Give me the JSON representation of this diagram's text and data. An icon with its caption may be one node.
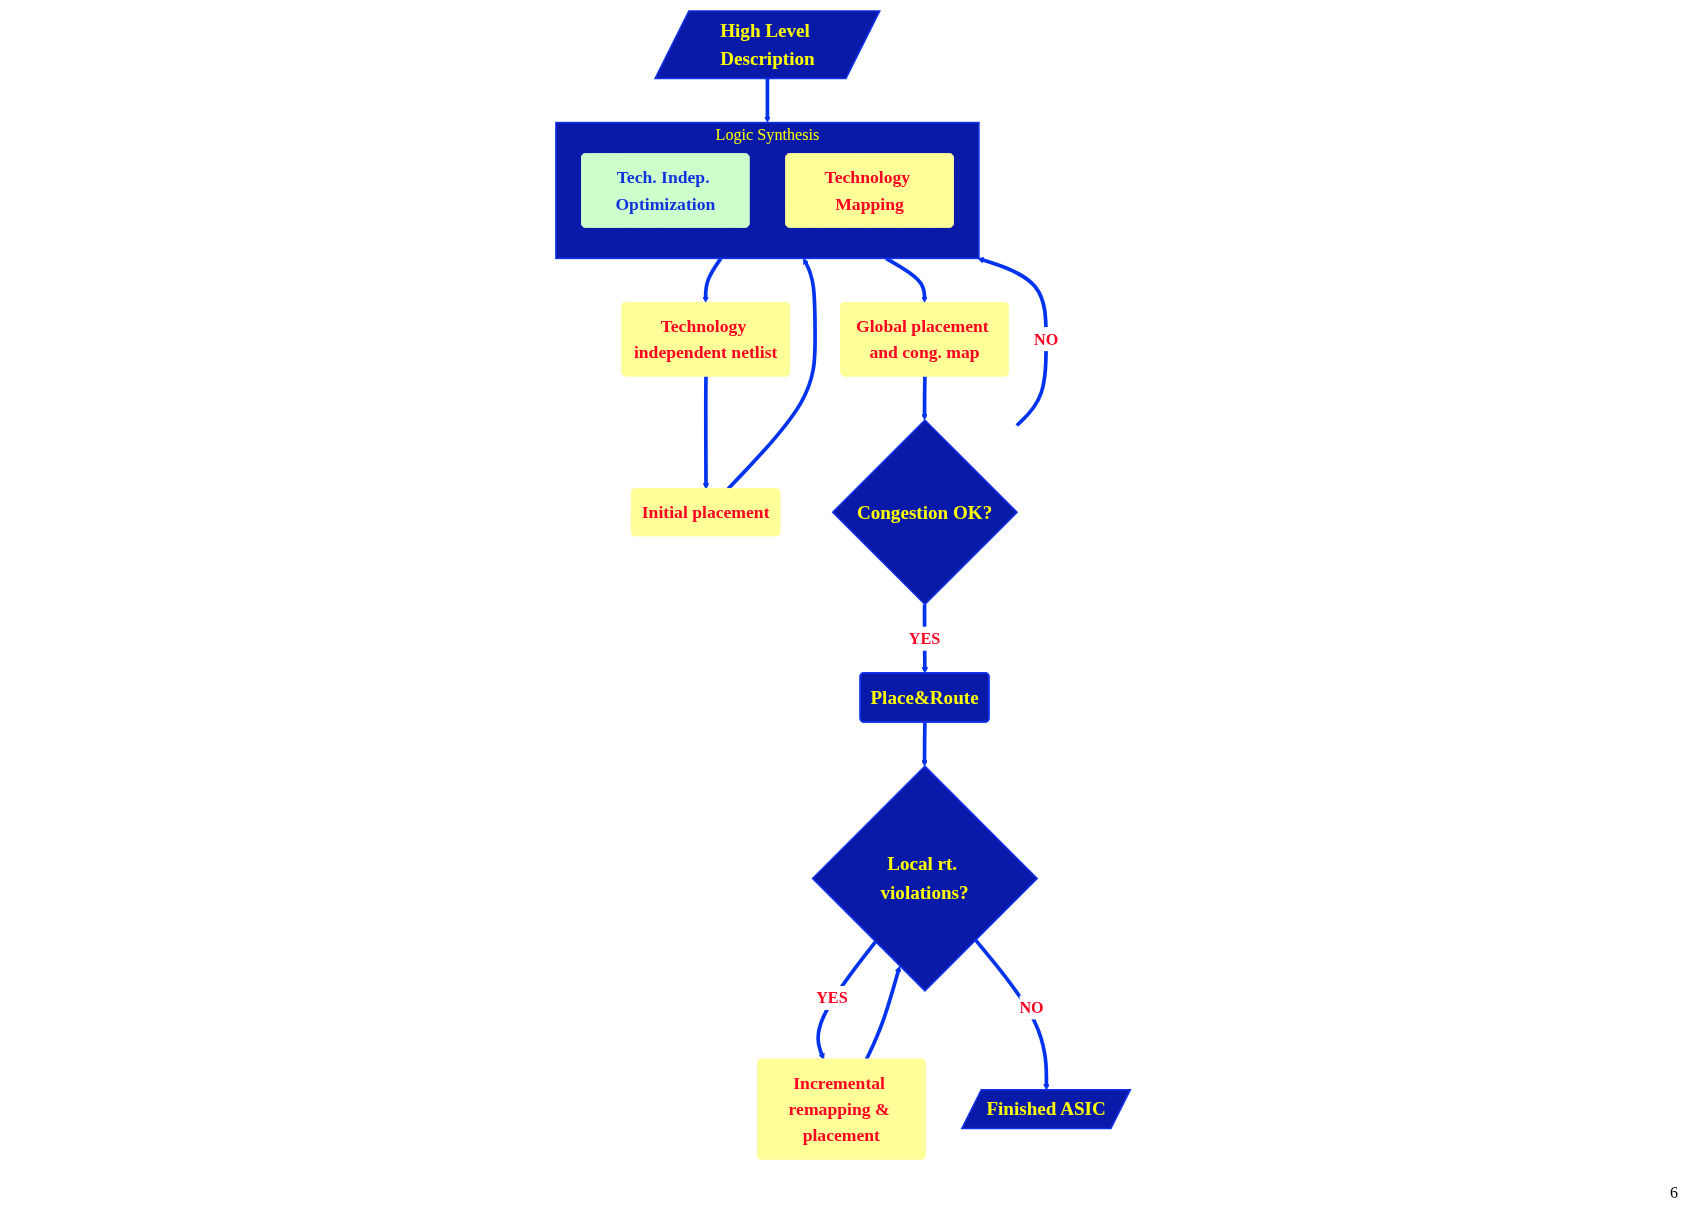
{
  "diagram": {
    "nodes": [
      {
        "text": [
          "High Level Description"
        ]
      },
      {
        "text": [
          "Logic Synthesis"
        ]
      },
      {
        "text": [
          "Tech. Indep. Optimization"
        ],
        "in": 1
      },
      {
        "text": [
          "Technology Mapping"
        ],
        "in": 1
      },
      {
        "text": [
          "Technology independent netlist"
        ]
      },
      {
        "text": [
          "Initial placement"
        ]
      },
      {
        "text": [
          "Global placement and cong. map"
        ]
      },
      {
        "text": [
          "Congestion OK?"
        ]
      },
      {
        "text": [
          "Incremental remapping & placement"
        ]
      },
      {
        "text": [
          "Place&Route"
        ]
      },
      {
        "text": [
          "Local rt. violations?"
        ]
      },
      {
        "text": [
          "Finished ASIC"
        ]
      }
    ],
    "edges": [
      {
        "from": 0,
        "to": 1,
        "arrow": "to"
      },
      {
        "from": 1,
        "to": 4,
        "arrow": "to"
      },
      {
        "from": 4,
        "to": 5,
        "arrow": "to"
      },
      {
        "from": 5,
        "to": 1,
        "arrow": "to"
      },
      {
        "from": 1,
        "to": 6,
        "arrow": "to"
      },
      {
        "from": 6,
        "to": 7,
        "arrow": "to"
      },
      {
        "from": 7,
        "to": 1,
        "arrow": "to",
        "label": "NO"
      },
      {
        "from": 7,
        "to": 9,
        "arrow": "to",
        "label": "YES"
      },
      {
        "from": 9,
        "to": 10,
        "arrow": "to"
      },
      {
        "from": 10,
        "to": 8,
        "arrow": "to",
        "label": "YES"
      },
      {
        "from": 8,
        "to": 10,
        "arrow": "to"
      },
      {
        "from": 10,
        "to": 11,
        "arrow": "to",
        "label": "NO"
      }
    ],
    "labels": [
      "6"
    ]
  }
}
